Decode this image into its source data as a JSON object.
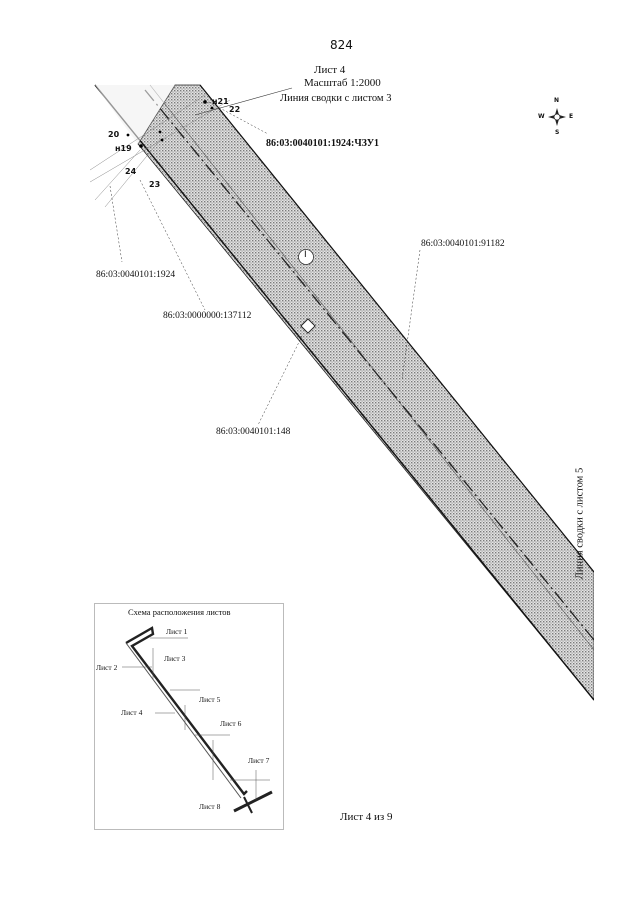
{
  "page_number": "824",
  "sheet_title": "Лист 4",
  "scale": "Масштаб 1:2000",
  "junction_line_top": "Линия сводки с листом 3",
  "junction_line_right": "Линия сводки с листом 5",
  "north_arrow": {
    "icon": "compass-rose-icon",
    "labels": {
      "n": "N",
      "s": "S",
      "e": "E",
      "w": "W"
    }
  },
  "points": {
    "n21": "н21",
    "p22": "22",
    "p20": "20",
    "n19": "н19",
    "p24": "24",
    "p23": "23"
  },
  "parcels": {
    "chzu1": "86:03:0040101:1924:ЧЗУ1",
    "p1924": "86:03:0040101:1924",
    "p137112": "86:03:0000000:137112",
    "p91182": "86:03:0040101:91182",
    "p148": "86:03:0040101:148"
  },
  "zone_marker": "I",
  "inset": {
    "title": "Схема расположения листов",
    "sheets": [
      "Лист 1",
      "Лист 2",
      "Лист 3",
      "Лист 4",
      "Лист 5",
      "Лист 6",
      "Лист 7",
      "Лист 8"
    ]
  },
  "footer": "Лист 4 из 9",
  "colors": {
    "strip_fill": "#c4c4c4",
    "line": "#111111"
  }
}
